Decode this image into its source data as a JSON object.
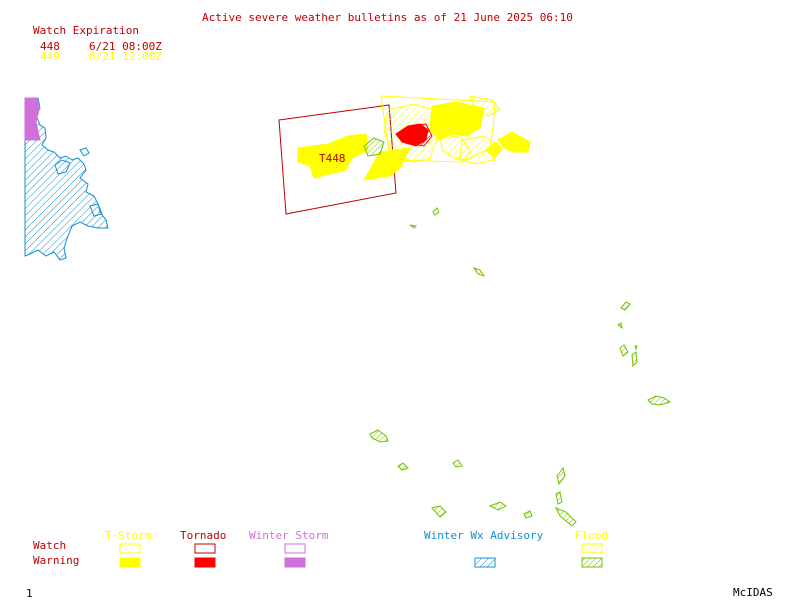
{
  "title": "Active severe weather bulletins as of 21 June 2025 06:10",
  "watch_expiration": {
    "heading": "Watch Expiration",
    "rows": [
      {
        "id": "448",
        "time": "6/21 08:00Z",
        "color": "#c00000"
      },
      {
        "id": "449",
        "time": "6/21 12:00Z",
        "color": "#ffff00"
      }
    ]
  },
  "map": {
    "watch_box_label": "T448"
  },
  "legend": {
    "row_labels": {
      "watch": "Watch",
      "warning": "Warning"
    },
    "categories": [
      {
        "key": "tstorm",
        "label": "T-Storm",
        "color": "#ffff00",
        "watch_style": "outline",
        "warning_style": "filled"
      },
      {
        "key": "tornado",
        "label": "Tornado",
        "color": "#ff0000",
        "watch_style": "outline",
        "warning_style": "filled"
      },
      {
        "key": "winter_storm",
        "label": "Winter Storm",
        "color": "#d070d8",
        "watch_style": "outline",
        "warning_style": "filled"
      },
      {
        "key": "winter_wx_advisory",
        "label": "Winter Wx Advisory",
        "color": "#1090d0",
        "watch_style": "none",
        "warning_style": "hatched"
      },
      {
        "key": "flood",
        "label": "Flood",
        "color": "#ffff00",
        "watch_style": "hatched",
        "warning_style": "hatched-green"
      }
    ]
  },
  "footer": {
    "frame_number": "1",
    "brand": "McIDAS"
  },
  "colors": {
    "label_red": "#c00000",
    "watch_yellow": "#ffff00",
    "flood_green": "#70c000",
    "winter_blue": "#1090d0",
    "winter_storm_pink": "#d070d8"
  }
}
